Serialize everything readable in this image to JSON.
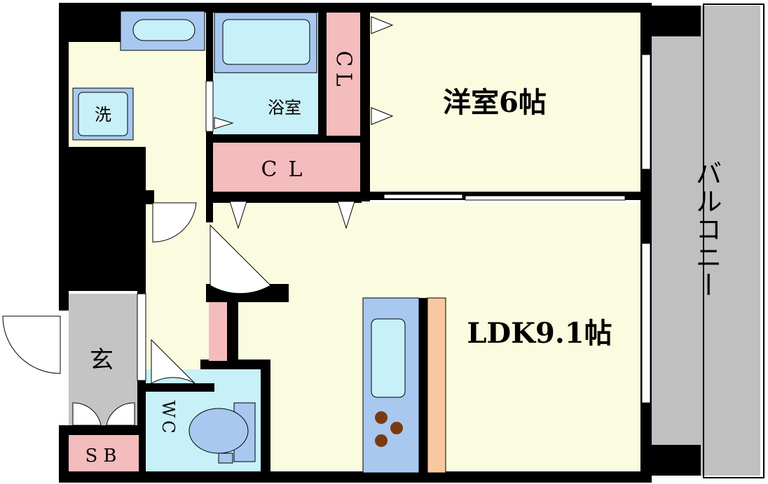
{
  "rooms": {
    "western_room": "洋室6帖",
    "ldk": "LDK9.1帖",
    "bathroom": "浴室",
    "closet_small": "CL",
    "closet_large": "CL",
    "washer": "洗",
    "entrance": "玄",
    "shoe_box": "SB",
    "toilet": "WC",
    "balcony": "バルコニー"
  },
  "colors": {
    "wall": "#000000",
    "floor": "#fbfbe0",
    "closet": "#f4bcbc",
    "entrance": "#c4c4c4",
    "balcony": "#c0c0c0",
    "wet_area": "#c8f0f8",
    "fixture": "#a8c8f0",
    "counter": "#f8c8a0",
    "burner": "#7a3a10"
  },
  "icons": [
    "washing-machine-icon",
    "bathtub-icon",
    "toilet-icon",
    "washbasin-icon",
    "sink-icon",
    "stove-burner-icon",
    "door-swing-icon",
    "sliding-door-icon",
    "window-icon"
  ]
}
